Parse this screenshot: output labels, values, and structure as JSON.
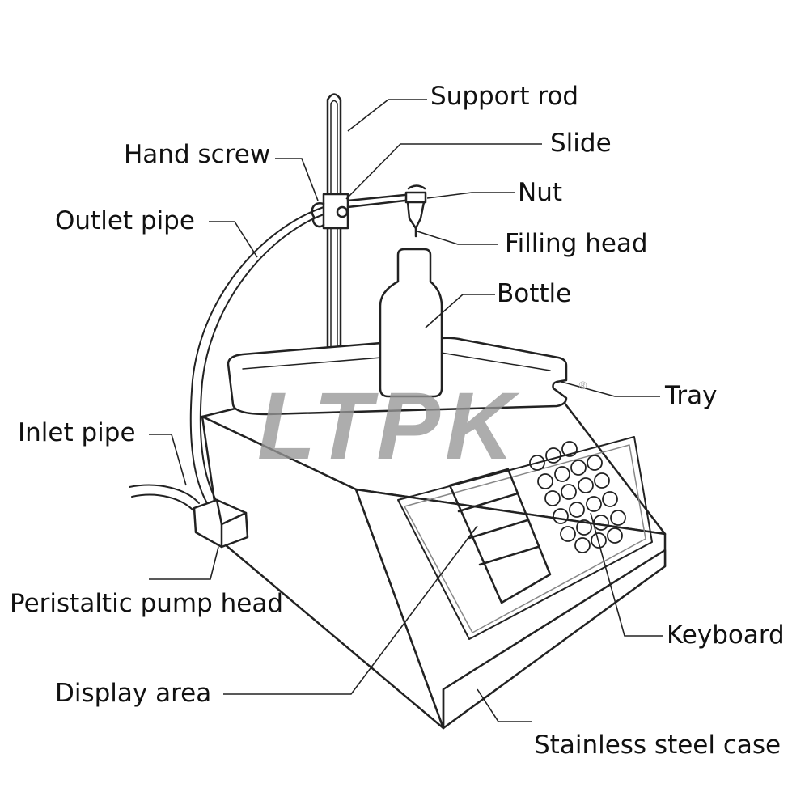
{
  "labels": {
    "support_rod": "Support rod",
    "slide": "Slide",
    "hand_screw": "Hand screw",
    "nut": "Nut",
    "outlet_pipe": "Outlet pipe",
    "filling_head": "Filling head",
    "bottle": "Bottle",
    "tray": "Tray",
    "inlet_pipe": "Inlet pipe",
    "peristaltic_pump_head": "Peristaltic pump head",
    "keyboard": "Keyboard",
    "display_area": "Display area",
    "stainless_steel_case": "Stainless steel case"
  },
  "watermark": {
    "text": "LTPK",
    "registered_mark": "®"
  },
  "colors": {
    "line": "#222222",
    "watermark": "#969696"
  }
}
